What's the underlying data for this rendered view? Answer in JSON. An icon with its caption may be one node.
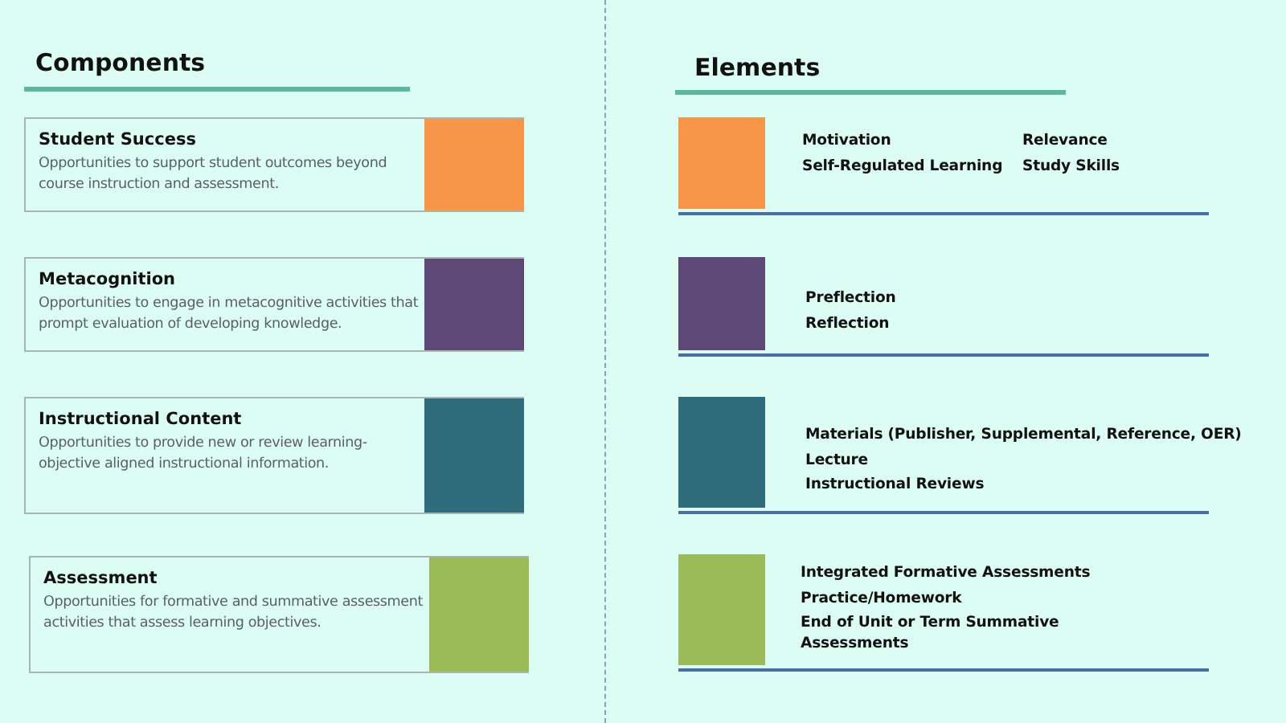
{
  "diagram": {
    "nodes": [
      {
        "text": [
          "Student Success",
          "Opportunities to support student outcomes beyond course instruction and assessment."
        ]
      },
      {
        "text": [],
        "shape": "box",
        "in": 0
      },
      {
        "text": [
          "Metacognition",
          "Opportunities to engage in metacognitive activities that prompt evaluation of developing knowledge."
        ]
      },
      {
        "text": [],
        "shape": "box",
        "in": 2
      },
      {
        "text": [
          "Instructional Content",
          "Opportunities to provide new or review learning-objective aligned instructional information."
        ]
      },
      {
        "text": [],
        "shape": "box",
        "in": 4
      },
      {
        "text": [
          "Assessment",
          "Opportunities for formative and summative assessment activities that assess learning objectives."
        ]
      },
      {
        "text": [],
        "shape": "box",
        "in": 6
      },
      {
        "text": [],
        "shape": "box",
        "beside": [
          "Motivation",
          "Relevance",
          "Self-Regulated Learning",
          "Study Skills"
        ]
      },
      {
        "text": [],
        "shape": "box",
        "beside": [
          "Preflection",
          "Reflection"
        ]
      },
      {
        "text": [],
        "shape": "box",
        "beside": [
          "Materials (Publisher, Supplemental, Reference, OER)",
          "Lecture",
          "Instructional Reviews"
        ]
      },
      {
        "text": [],
        "shape": "box",
        "beside": [
          "Integrated Formative Assessments",
          "Practice/Homework",
          "End of Unit or Term Summative Assessments"
        ]
      }
    ],
    "edges": [],
    "labels": [
      "Components",
      "Elements"
    ]
  }
}
